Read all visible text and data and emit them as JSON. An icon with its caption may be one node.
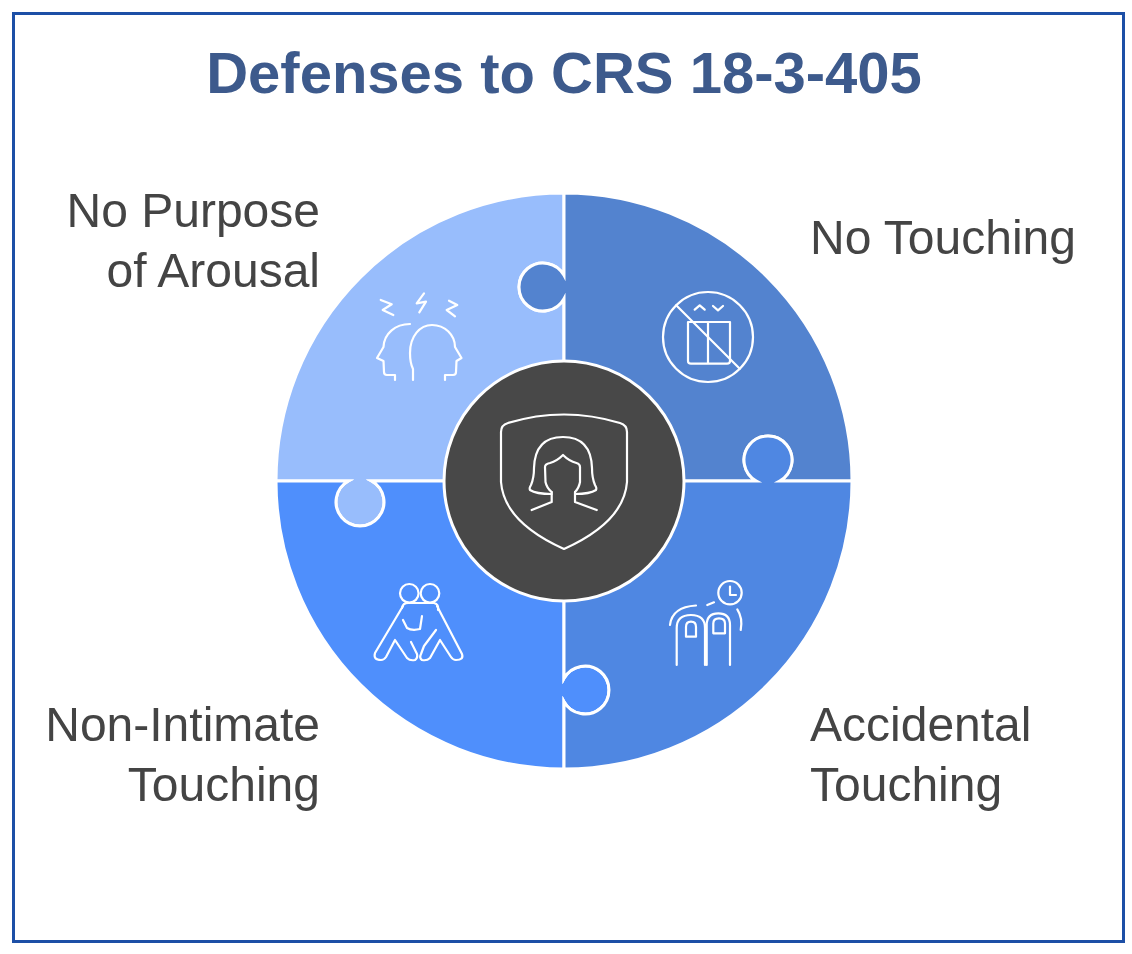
{
  "diagram": {
    "title": "Defenses to CRS 18-3-405",
    "nodes": [
      {
        "text": [
          "No Purpose of Arousal"
        ]
      },
      {
        "text": [
          "No Touching"
        ]
      },
      {
        "text": [],
        "shape": "circle"
      },
      {
        "text": [
          "Non-Intimate Touching"
        ]
      },
      {
        "text": [
          "Accidental Touching"
        ]
      }
    ]
  }
}
